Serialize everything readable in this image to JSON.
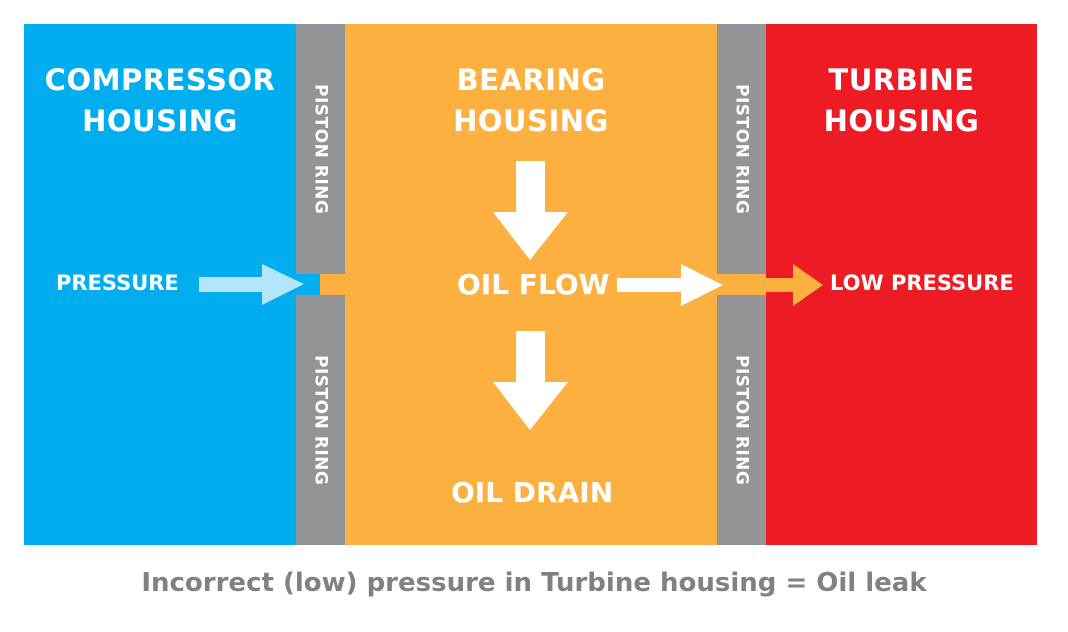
{
  "compressor": {
    "title_line1": "COMPRESSOR",
    "title_line2": "HOUSING",
    "pressure_label": "PRESSURE"
  },
  "bearing": {
    "title_line1": "BEARING",
    "title_line2": "HOUSING",
    "oil_flow_label": "OIL FLOW",
    "oil_drain_label": "OIL DRAIN"
  },
  "turbine": {
    "title_line1": "TURBINE",
    "title_line2": "HOUSING",
    "low_pressure_label": "LOW PRESSURE"
  },
  "piston_ring_label": "PISTON RING",
  "caption": "Incorrect (low) pressure in Turbine housing = Oil leak",
  "colors": {
    "compressor": "#00aeef",
    "bearing": "#fbb040",
    "turbine": "#ed1c24",
    "piston_ring": "#929497",
    "pressure_arrow": "#b3e5fb",
    "caption": "#808184"
  }
}
